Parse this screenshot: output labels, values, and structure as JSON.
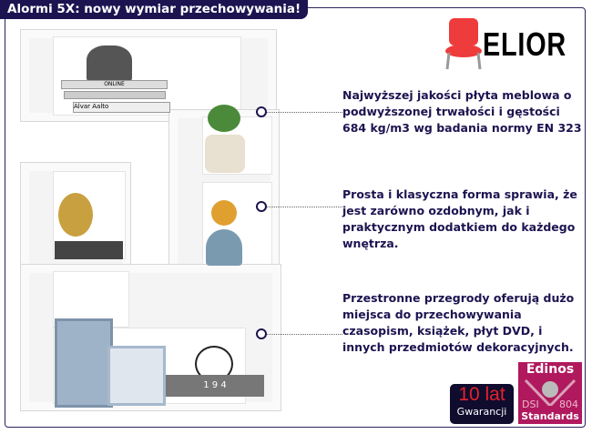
{
  "title": "Alormi 5X: nowy wymiar przechowywania!",
  "brand": "ELIOR",
  "features": [
    "Najwyższej jakości płyta meblowa o podwyższonej trwałości i gęstości 684 kg/m3 wg badania normy EN 323",
    "Prosta i klasyczna forma sprawia, że jest zarówno ozdobnym, jak i praktycznym dodatkiem do każdego wnętrza.",
    "Przestronne przegrody oferują dużo miejsca do przechowywania czasopism, książek, płyt DVD, i innych przedmiotów dekoracyjnych."
  ],
  "badges": {
    "warranty_top": "10 lat",
    "warranty_bottom": "Gwarancji",
    "edinos": "Edinos",
    "dsi": "DSI",
    "num": "804",
    "standards": "Standards"
  },
  "books": {
    "top": "ONLINE",
    "spine": "Alvar Aalto",
    "bottom": "1 9 4"
  }
}
